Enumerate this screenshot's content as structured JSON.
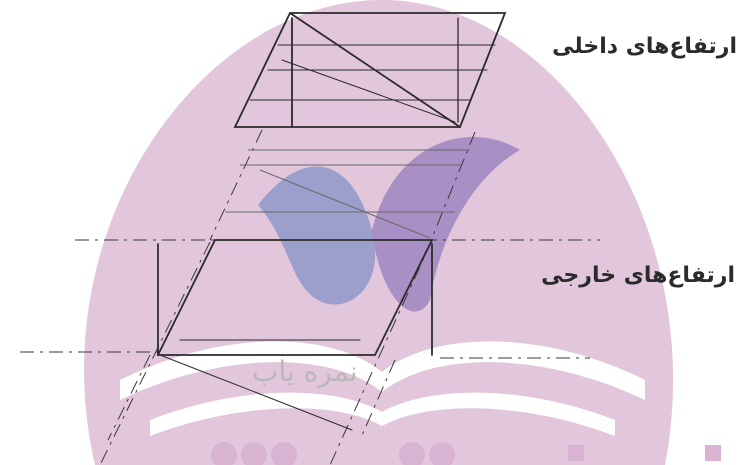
{
  "labels": {
    "inner_heights": "ارتفاع‌های داخلی",
    "outer_heights": "ارتفاع‌های خارجی"
  },
  "watermark": {
    "text": "نمره یاب",
    "colors": {
      "arch": "#e2c6db",
      "wave_blue": "#8f96c8",
      "wave_purple": "#9d85c0",
      "book": "#ffffff",
      "dots": "#d9b4d2"
    }
  },
  "colors": {
    "ink": "#2b2b2b",
    "pencil": "#3a3a3a",
    "construction": "#8a8a8a"
  }
}
